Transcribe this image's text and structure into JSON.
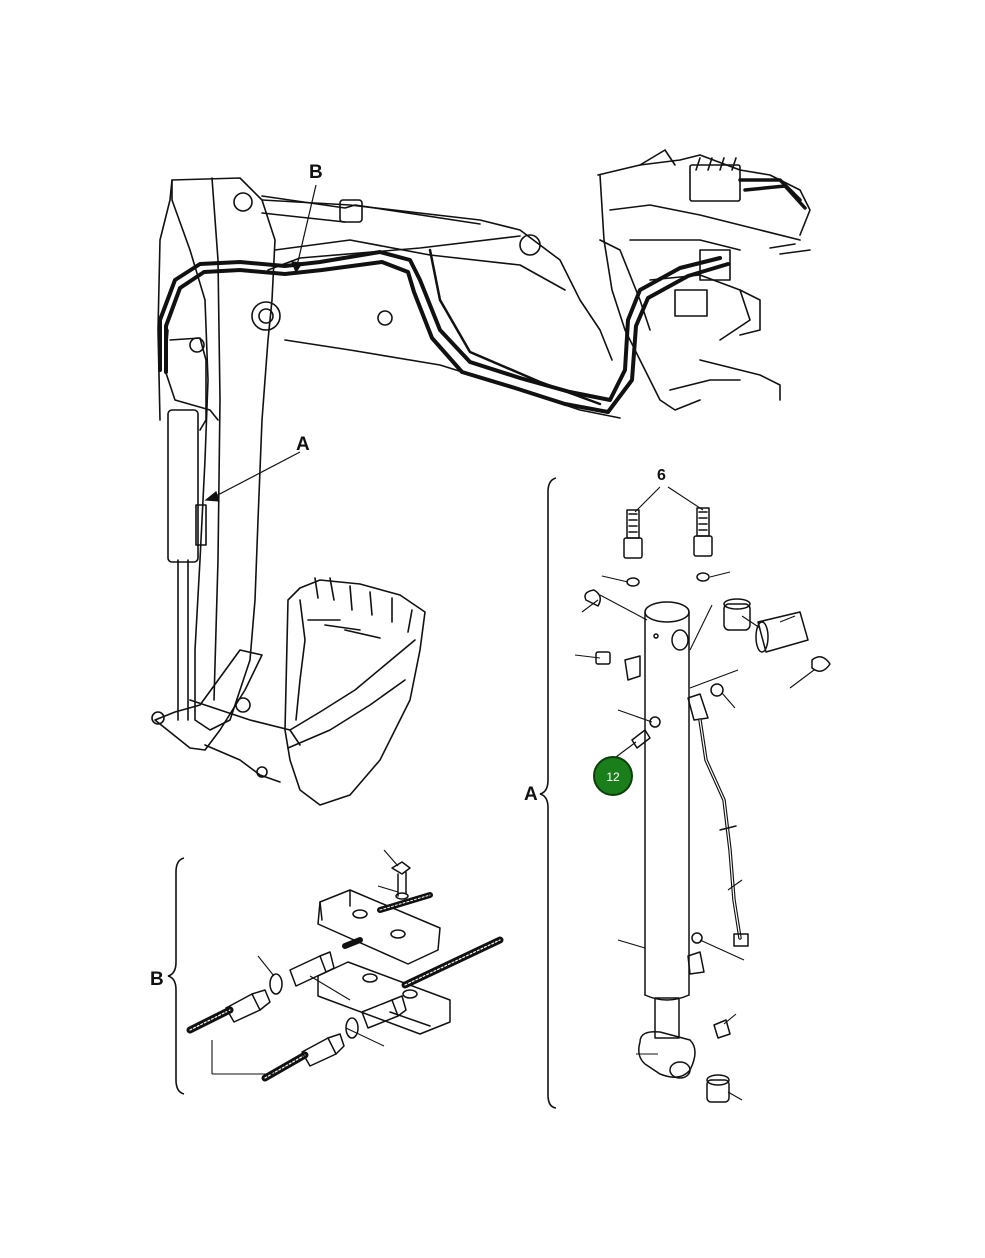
{
  "labels": {
    "view_b_top": "B",
    "view_a_top": "A",
    "item_6": "6",
    "view_a_bracket": "A",
    "view_b_bracket": "B"
  },
  "callout": {
    "number": "12",
    "color": "#1a7f1a",
    "border_color": "#0a3f0a"
  },
  "colors": {
    "line": "#111111",
    "background": "#ffffff"
  }
}
